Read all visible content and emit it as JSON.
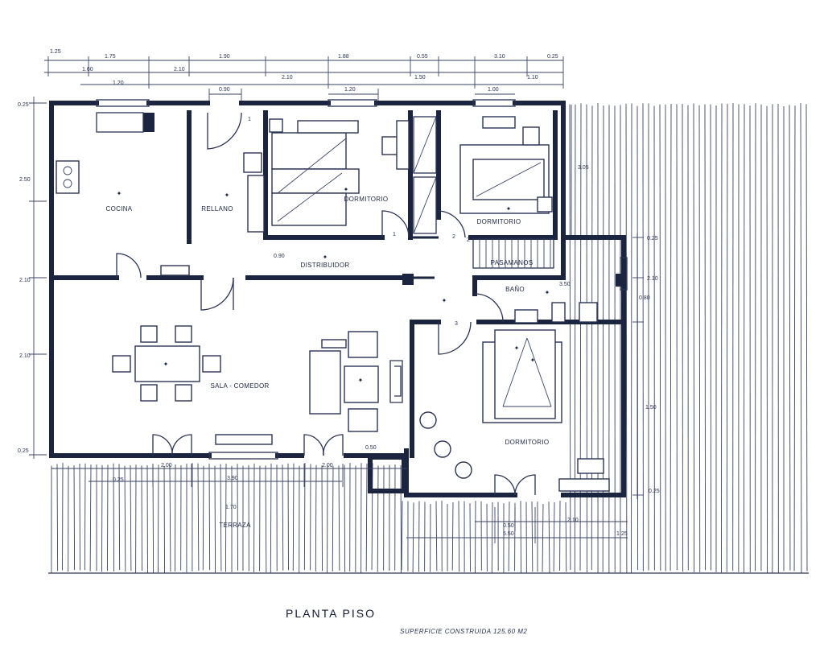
{
  "title": "PLANTA  PISO",
  "subtitle": "SUPERFICIE  CONSTRUIDA  125.60  M2",
  "rooms": {
    "cocina": "COCINA",
    "rellano": "RELLANO",
    "dormitorio_1": "DORMITORIO",
    "dormitorio_2": "DORMITORIO",
    "distribuidor": "DISTRIBUIDOR",
    "pasamanos": "PASAMANOS",
    "bano": "BAÑO",
    "sala_comedor": "SALA - COMEDOR",
    "dormitorio_3": "DORMITORIO",
    "terraza": "TERRAZA"
  },
  "door_numbers": [
    "1",
    "2",
    "3",
    "1",
    "2"
  ],
  "dims_top_row1": [
    "1.25",
    "1.75",
    "1.90",
    "1.88",
    "0.55",
    "3.10",
    "0.25"
  ],
  "dims_top_row2": [
    "1.60",
    "2.10",
    "2.10",
    "1.50",
    "1.10"
  ],
  "dims_top_row3": [
    "1.20",
    "0.90",
    "1.20",
    "1.00"
  ],
  "dims_left": [
    "0.25",
    "2.50",
    "2.10",
    "2.10",
    "0.25"
  ],
  "dims_right": [
    "3.05",
    "0.25",
    "2.10",
    "0.80",
    "1.50",
    "0.25"
  ],
  "dims_bottom": [
    "2.00",
    "2.00",
    "3.90",
    "1.70",
    "5.50",
    "2.10",
    "1.25",
    "0.50"
  ],
  "dims_misc": [
    "0.90",
    "0.50",
    "3.50",
    "0.25"
  ]
}
